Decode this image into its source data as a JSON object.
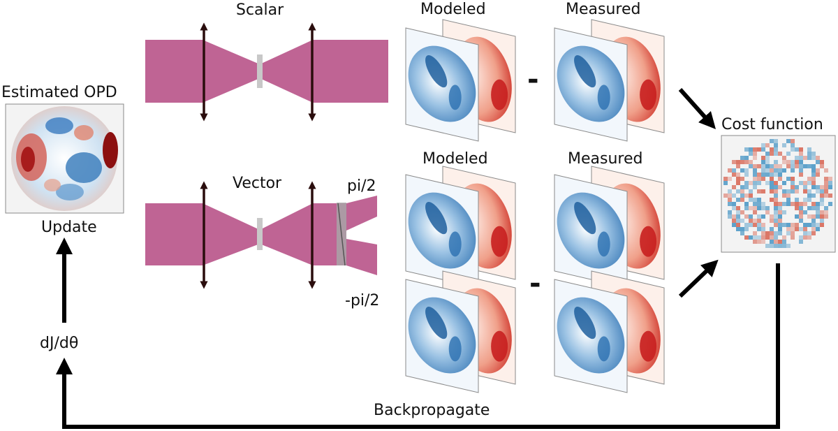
{
  "labels": {
    "estimated_opd": "Estimated OPD",
    "update": "Update",
    "gradient": "dJ/dθ",
    "scalar": "Scalar",
    "vector": "Vector",
    "pi_half": "pi/2",
    "minus_pi_half": "-pi/2",
    "modeled_top": "Modeled",
    "measured_top": "Measured",
    "modeled_bottom": "Modeled",
    "measured_bottom": "Measured",
    "cost_function": "Cost function",
    "backpropagate": "Backpropagate",
    "minus_sign": "-"
  },
  "colors": {
    "beam": "#bf6494",
    "lens": "#2a0d0d",
    "stop": "#c8c8c8",
    "arrow": "#000000",
    "blue_dark": "#1f5f9e",
    "blue_mid": "#6ea6d4",
    "blue_light": "#d6e8f5",
    "red_dark": "#c5241f",
    "red_mid": "#ea8b73",
    "red_light": "#fbe3da",
    "panel_bg_blue": "#f2f7fc",
    "panel_bg_red": "#fdf0ea"
  }
}
